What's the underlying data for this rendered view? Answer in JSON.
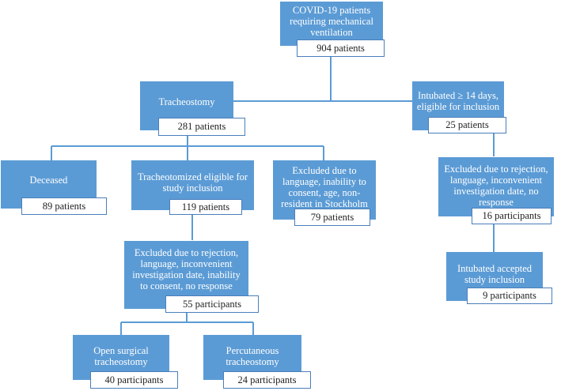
{
  "colors": {
    "box_fill": "#5b9bd5",
    "count_border": "#4a7ebb",
    "connector": "#5b9bd5",
    "text_dark": "#222222"
  },
  "nodes": {
    "root": {
      "title": "COVID-19 patients requiring mechanical ventilation",
      "count": "904 patients"
    },
    "trach": {
      "title": "Tracheostomy",
      "count": "281 patients"
    },
    "intubated": {
      "title": "Intubated ≥ 14 days, eligible for inclusion",
      "count": "25 patients"
    },
    "deceased": {
      "title": "Deceased",
      "count": "89 patients"
    },
    "trach_elig": {
      "title": "Tracheotomized eligible for study inclusion",
      "count": "119 patients"
    },
    "excl_lang": {
      "title": "Excluded due to language, inability to consent, age, non-resident in Stockholm",
      "count": "79 patients"
    },
    "excl_int": {
      "title": "Excluded due to rejection, language, inconvenient investigation date, no response",
      "count": "16 participants"
    },
    "excl_trach": {
      "title": "Excluded due to rejection, language, inconvenient investigation date, inability to consent, no response",
      "count": "55 participants"
    },
    "int_accepted": {
      "title": "Intubated accepted study inclusion",
      "count": "9 participants"
    },
    "open_surg": {
      "title": "Open surgical tracheostomy",
      "count": "40 participants"
    },
    "percut": {
      "title": "Percutaneous tracheostomy",
      "count": "24 participants"
    }
  }
}
